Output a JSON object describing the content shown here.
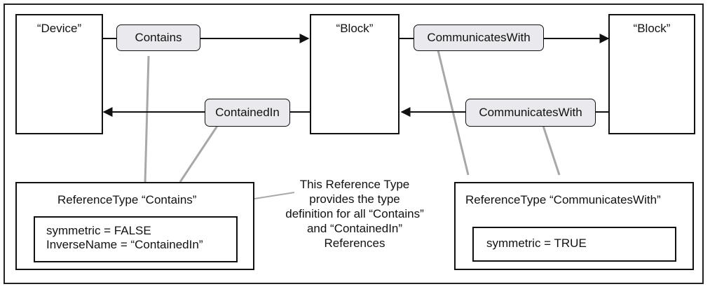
{
  "nodes": {
    "device": "“Device”",
    "block_middle": "“Block”",
    "block_right": "“Block”"
  },
  "references": {
    "contains": "Contains",
    "communicates_with_top": "CommunicatesWith",
    "contained_in": "ContainedIn",
    "communicates_with_bottom": "CommunicatesWith"
  },
  "reference_types": {
    "contains": {
      "title": "ReferenceType “Contains”",
      "attributes": [
        "symmetric = FALSE",
        "InverseName = “ContainedIn”"
      ]
    },
    "communicates_with": {
      "title": "ReferenceType “CommunicatesWith”",
      "attributes": [
        "symmetric = TRUE"
      ]
    }
  },
  "note": {
    "lines": [
      "This Reference Type",
      "provides the type",
      "definition for all “Contains”",
      "and “ContainedIn”",
      "References"
    ]
  },
  "colors": {
    "pill_fill": "#eaeaee",
    "connector_gray": "#a8a8a8",
    "stroke": "#111111"
  }
}
